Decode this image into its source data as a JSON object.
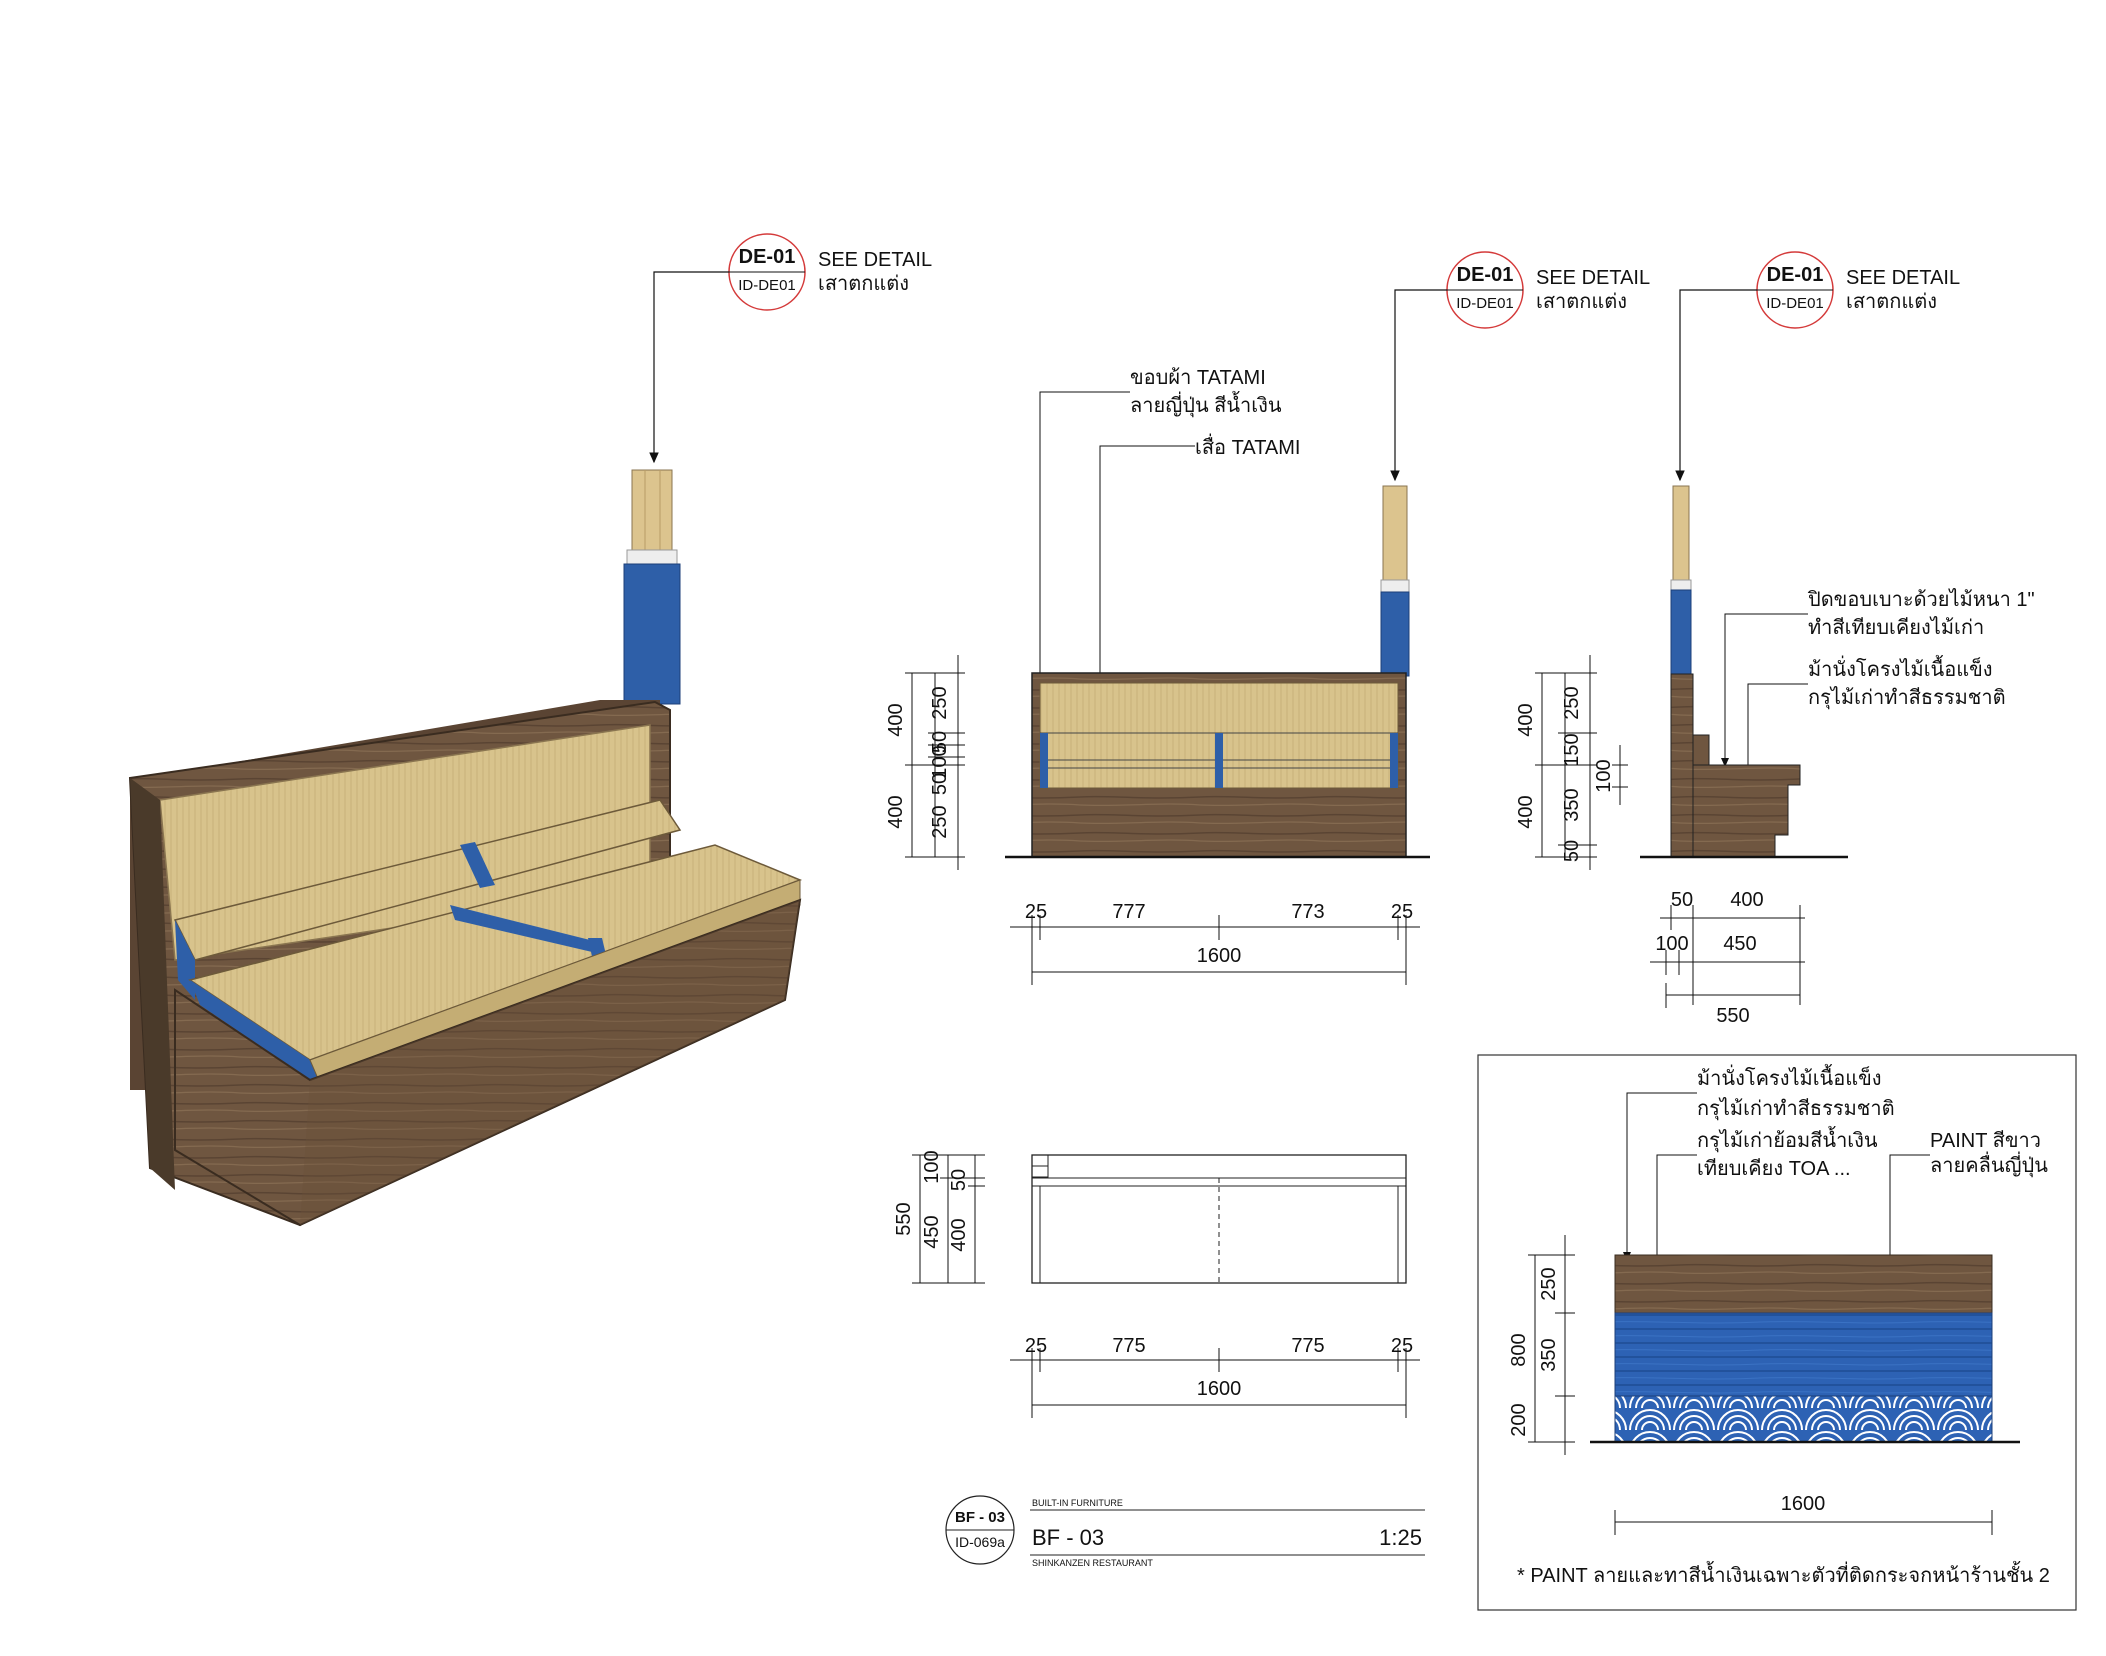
{
  "callouts": {
    "persp": {
      "tag": "DE-01",
      "ref": "ID-DE01",
      "line1": "SEE DETAIL",
      "line2": "เสาตกแต่ง"
    },
    "front": {
      "tag": "DE-01",
      "ref": "ID-DE01",
      "line1": "SEE DETAIL",
      "line2": "เสาตกแต่ง"
    },
    "side": {
      "tag": "DE-01",
      "ref": "ID-DE01",
      "line1": "SEE DETAIL",
      "line2": "เสาตกแต่ง"
    }
  },
  "front_notes": {
    "edge_1": "ขอบผ้า TATAMI",
    "edge_2": "ลายญี่ปุ่น สีน้ำเงิน",
    "mat": "เสื่อ TATAMI"
  },
  "side_notes": {
    "trim_1": "ปิดขอบเบาะด้วยไม้หนา 1\"",
    "trim_2": "ทำสีเทียบเคียงไม้เก่า",
    "frame_1": "ม้านั่งโครงไม้เนื้อแข็ง",
    "frame_2": "กรุไม้เก่าทำสีธรรมชาติ"
  },
  "front_dims": {
    "v_upper": "400",
    "v_lower": "400",
    "v_250_top": "250",
    "v_50a": "50",
    "v_100": "100",
    "v_50b": "50",
    "v_250_bot": "250",
    "h_left": "25",
    "h_mid_left": "777",
    "h_mid_right": "773",
    "h_right": "25",
    "h_total": "1600"
  },
  "side_dims": {
    "v_upper": "400",
    "v_lower": "400",
    "v_250": "250",
    "v_150": "150",
    "v_100": "100",
    "v_350": "350",
    "v_50": "50",
    "h_50": "50",
    "h_400": "400",
    "h_100": "100",
    "h_450": "450",
    "h_550": "550"
  },
  "plan_dims": {
    "v_550": "550",
    "v_100": "100",
    "v_450": "450",
    "v_50": "50",
    "v_400": "400",
    "h_left": "25",
    "h_mid_left": "775",
    "h_mid_right": "775",
    "h_right": "25",
    "h_total": "1600"
  },
  "back_panel": {
    "note_1": "ม้านั่งโครงไม้เนื้อแข็ง",
    "note_2": "กรุไม้เก่าทำสีธรรมชาติ",
    "note_3": "กรุไม้เก่าย้อมสีน้ำเงิน",
    "note_4": "เทียบเคียง TOA ...",
    "paint_1": "PAINT สีขาว",
    "paint_2": "ลายคลื่นญี่ปุ่น",
    "v_800": "800",
    "v_250": "250",
    "v_350": "350",
    "v_200": "200",
    "h_total": "1600",
    "footnote": "* PAINT ลายและทาสีน้ำเงินเฉพาะตัวที่ติดกระจกหน้าร้านชั้น 2"
  },
  "title_block": {
    "tag": "BF - 03",
    "ref": "ID-069a",
    "category": "BUILT-IN FURNITURE",
    "name": "BF - 03",
    "scale": "1:25",
    "project": "SHINKANZEN RESTAURANT"
  },
  "colors": {
    "wood": "#6f5640",
    "wood_dark": "#4a3a2a",
    "tatami": "#d8c38c",
    "tatami_shade": "#c4ad74",
    "blue": "#2e5fa8",
    "pillar": "#dcc48e",
    "callout_ring": "#d43a3a"
  }
}
